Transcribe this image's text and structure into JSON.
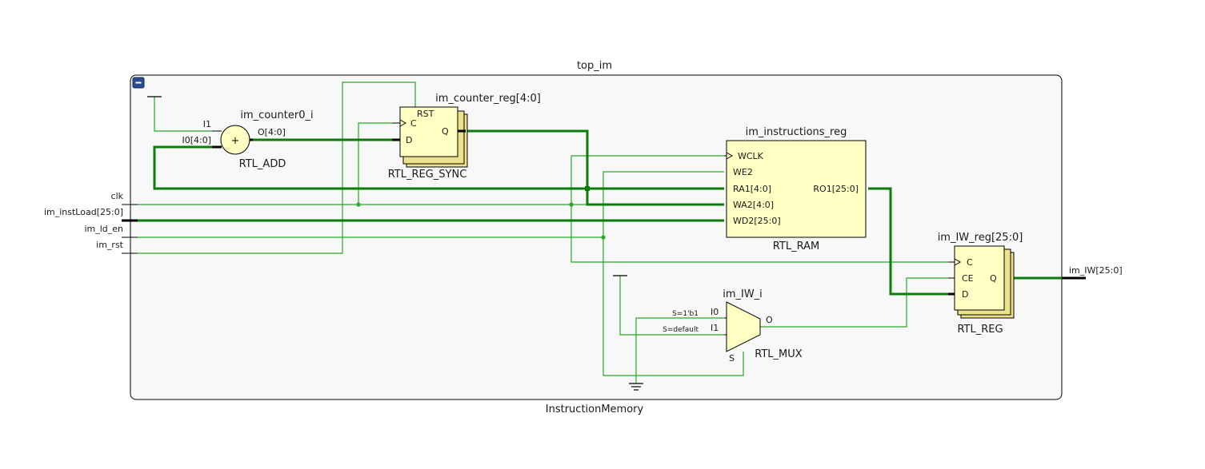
{
  "diagram": {
    "top_title": "top_im",
    "bottom_title": "InstructionMemory",
    "collapse_glyph": "−"
  },
  "ports_in": [
    "clk",
    "im_instLoad[25:0]",
    "im_ld_en",
    "im_rst"
  ],
  "ports_out": [
    "im_IW[25:0]"
  ],
  "adder": {
    "instance": "im_counter0_i",
    "type": "RTL_ADD",
    "symbol": "+",
    "pin_i1": "I1",
    "pin_i0": "I0[4:0]",
    "pin_o": "O[4:0]"
  },
  "counter_reg": {
    "instance": "im_counter_reg[4:0]",
    "type": "RTL_REG_SYNC",
    "pin_rst": "RST",
    "pin_c": "C",
    "pin_d": "D",
    "pin_q": "Q"
  },
  "ram": {
    "instance": "im_instructions_reg",
    "type": "RTL_RAM",
    "pin_wclk": "WCLK",
    "pin_we2": "WE2",
    "pin_ra1": "RA1[4:0]",
    "pin_wa2": "WA2[4:0]",
    "pin_wd2": "WD2[25:0]",
    "pin_ro1": "RO1[25:0]"
  },
  "iw_reg": {
    "instance": "im_IW_reg[25:0]",
    "type": "RTL_REG",
    "pin_c": "C",
    "pin_ce": "CE",
    "pin_d": "D",
    "pin_q": "Q"
  },
  "mux": {
    "instance": "im_IW_i",
    "type": "RTL_MUX",
    "pin_i0": "I0",
    "pin_i1": "I1",
    "pin_o": "O",
    "pin_s": "S",
    "sel0": "S=1'b1",
    "sel1": "S=default"
  },
  "colors": {
    "wire": "#27a827",
    "bus": "#0b7d0b",
    "cell_fill": "#ffffc4",
    "frame_fill": "#f8f8f8",
    "collapse_button": "#2c4b8c"
  }
}
